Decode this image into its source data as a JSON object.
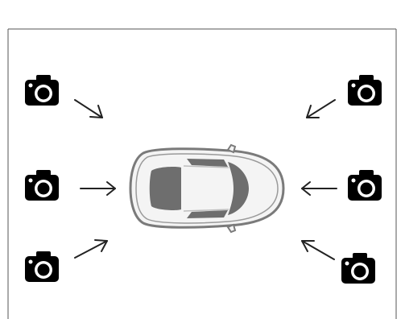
{
  "diagram": {
    "subject": "car",
    "camera_count": 6,
    "cameras": [
      {
        "id": "camera-left-top",
        "icon": "camera-icon"
      },
      {
        "id": "camera-left-middle",
        "icon": "camera-icon"
      },
      {
        "id": "camera-left-bottom",
        "icon": "camera-icon"
      },
      {
        "id": "camera-right-top",
        "icon": "camera-icon"
      },
      {
        "id": "camera-right-middle",
        "icon": "camera-icon"
      },
      {
        "id": "camera-right-bottom",
        "icon": "camera-icon"
      }
    ],
    "colors": {
      "camera": "#000000",
      "arrow": "#222222",
      "car_body": "#f4f4f4",
      "car_outline": "#7a7a7a",
      "car_glass": "#6e6e6e",
      "frame": "#555555"
    }
  }
}
